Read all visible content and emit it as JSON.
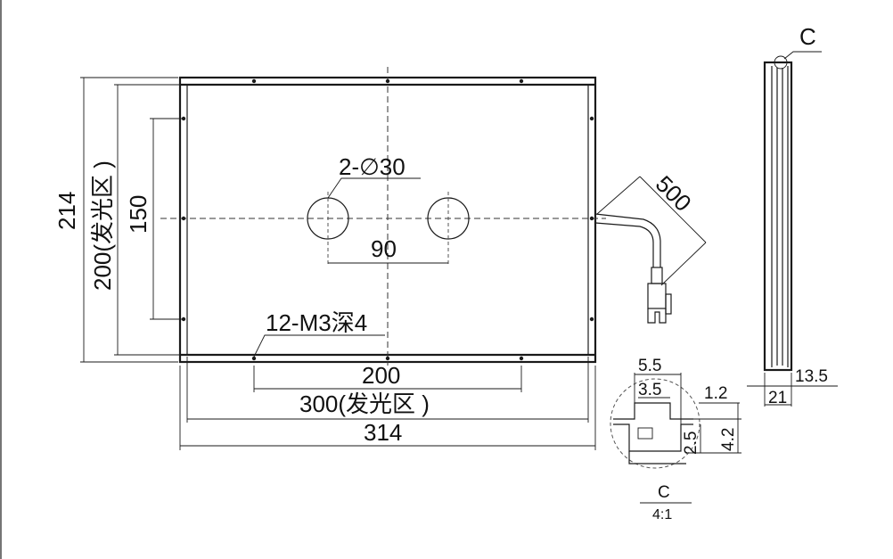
{
  "front_view": {
    "height_total": "214",
    "height_emitting": "200(发光区 )",
    "slot_height": "150",
    "holes_label": "2-∅30",
    "hole_spacing": "90",
    "threads_label": "12-M3深4",
    "thread_spacing": "200",
    "width_emitting": "300(发光区 )",
    "width_total": "314",
    "cable_length": "500"
  },
  "side_view": {
    "detail_marker": "C",
    "depth_outer": "21",
    "depth_inner": "13.5"
  },
  "detail_view": {
    "w1": "5.5",
    "w2": "3.5",
    "t1": "1.2",
    "h1": "2.5",
    "h2": "4.2",
    "caption": "C",
    "scale": "4:1"
  }
}
